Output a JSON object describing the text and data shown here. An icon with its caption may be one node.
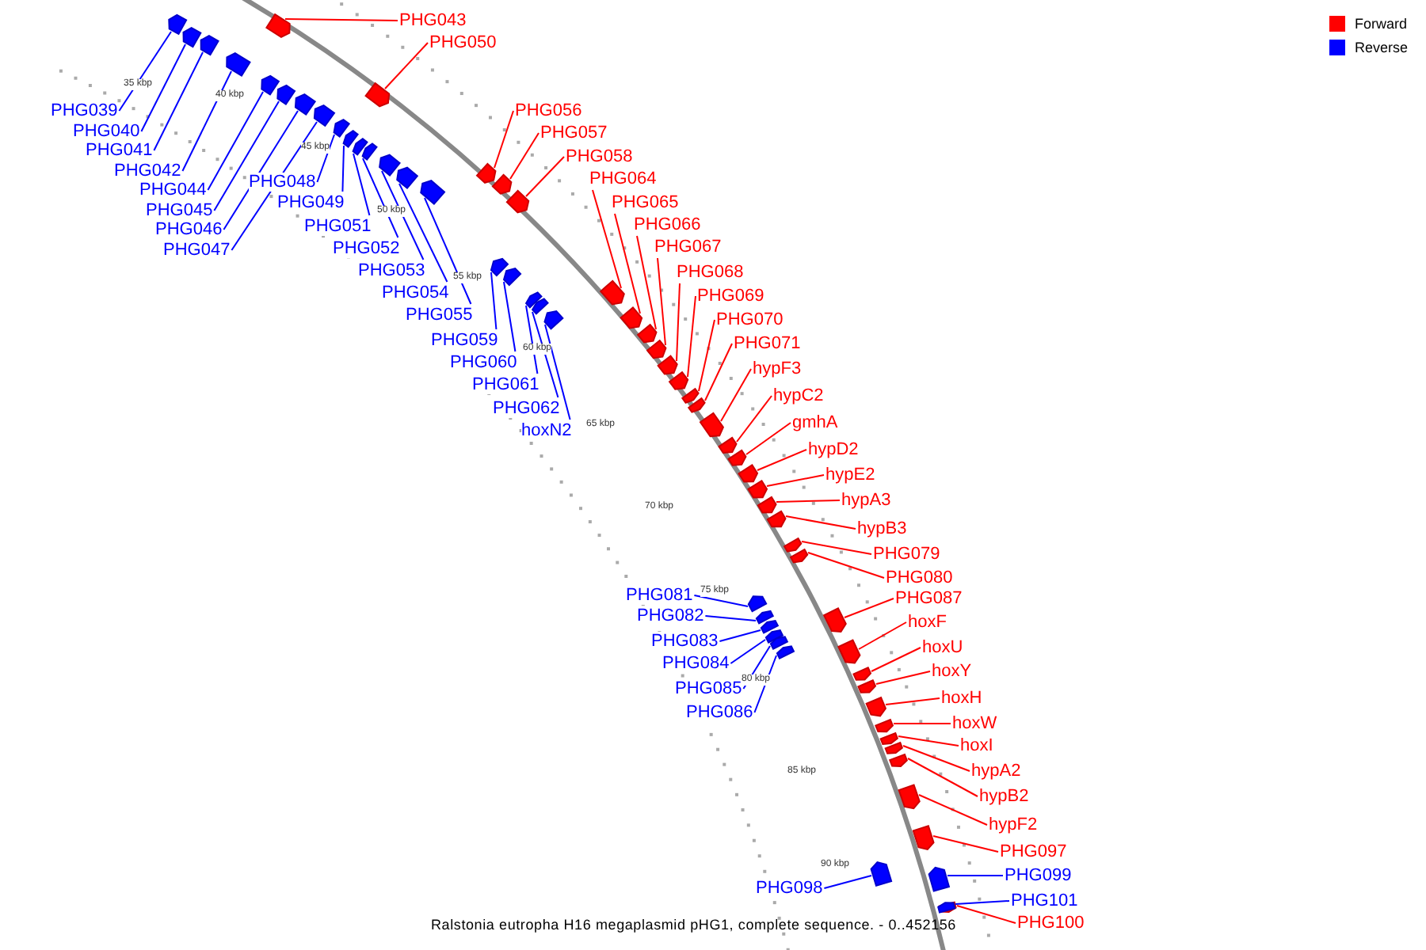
{
  "diagram": {
    "caption": "Ralstonia eutropha H16 megaplasmid pHG1, complete sequence. - 0..452156",
    "nodes": [
      {
        "text": [
          "PHG039"
        ]
      },
      {
        "text": [
          "PHG040"
        ]
      },
      {
        "text": [
          "PHG041"
        ]
      },
      {
        "text": [
          "PHG042"
        ]
      },
      {
        "text": [
          "PHG043"
        ]
      },
      {
        "text": [
          "PHG044"
        ]
      },
      {
        "text": [
          "PHG045"
        ]
      },
      {
        "text": [
          "PHG046"
        ]
      },
      {
        "text": [
          "PHG047"
        ]
      },
      {
        "text": [
          "PHG048"
        ]
      },
      {
        "text": [
          "PHG049"
        ]
      },
      {
        "text": [
          "PHG050"
        ]
      },
      {
        "text": [
          "PHG051"
        ]
      },
      {
        "text": [
          "PHG052"
        ]
      },
      {
        "text": [
          "PHG053"
        ]
      },
      {
        "text": [
          "PHG054"
        ]
      },
      {
        "text": [
          "PHG055"
        ]
      },
      {
        "text": [
          "PHG056"
        ]
      },
      {
        "text": [
          "PHG057"
        ]
      },
      {
        "text": [
          "PHG058"
        ]
      },
      {
        "text": [
          "PHG059"
        ]
      },
      {
        "text": [
          "PHG060"
        ]
      },
      {
        "text": [
          "PHG061"
        ]
      },
      {
        "text": [
          "PHG062"
        ]
      },
      {
        "text": [
          "hoxN2"
        ]
      },
      {
        "text": [
          "PHG064"
        ]
      },
      {
        "text": [
          "PHG065"
        ]
      },
      {
        "text": [
          "PHG066"
        ]
      },
      {
        "text": [
          "PHG067"
        ]
      },
      {
        "text": [
          "PHG068"
        ]
      },
      {
        "text": [
          "PHG069"
        ]
      },
      {
        "text": [
          "PHG070"
        ]
      },
      {
        "text": [
          "PHG071"
        ]
      },
      {
        "text": [
          "hypF3"
        ]
      },
      {
        "text": [
          "hypC2"
        ]
      },
      {
        "text": [
          "gmhA"
        ]
      },
      {
        "text": [
          "hypD2"
        ]
      },
      {
        "text": [
          "hypE2"
        ]
      },
      {
        "text": [
          "hypA3"
        ]
      },
      {
        "text": [
          "hypB3"
        ]
      },
      {
        "text": [
          "PHG079"
        ]
      },
      {
        "text": [
          "PHG080"
        ]
      },
      {
        "text": [
          "PHG081"
        ]
      },
      {
        "text": [
          "PHG082"
        ]
      },
      {
        "text": [
          "PHG083"
        ]
      },
      {
        "text": [
          "PHG084"
        ]
      },
      {
        "text": [
          "PHG085"
        ]
      },
      {
        "text": [
          "PHG086"
        ]
      },
      {
        "text": [
          "PHG087"
        ]
      },
      {
        "text": [
          "hoxF"
        ]
      },
      {
        "text": [
          "hoxU"
        ]
      },
      {
        "text": [
          "hoxY"
        ]
      },
      {
        "text": [
          "hoxH"
        ]
      },
      {
        "text": [
          "hoxW"
        ]
      },
      {
        "text": [
          "hoxI"
        ]
      },
      {
        "text": [
          "hypA2"
        ]
      },
      {
        "text": [
          "hypB2"
        ]
      },
      {
        "text": [
          "hypF2"
        ]
      },
      {
        "text": [
          "PHG097"
        ]
      },
      {
        "text": [
          "PHG098"
        ]
      },
      {
        "text": [
          "PHG099"
        ]
      },
      {
        "text": [
          "PHG100"
        ]
      },
      {
        "text": [
          "PHG101"
        ]
      },
      {
        "text": [],
        "shape": "box"
      },
      {
        "text": [],
        "shape": "box"
      },
      {
        "text": [],
        "shape": "box"
      },
      {
        "text": [],
        "shape": "box"
      },
      {
        "text": [],
        "shape": "box"
      },
      {
        "text": [],
        "shape": "box"
      },
      {
        "text": [],
        "shape": "box"
      },
      {
        "text": [],
        "shape": "box"
      },
      {
        "text": [],
        "shape": "box"
      },
      {
        "text": [],
        "shape": "box"
      },
      {
        "text": [],
        "shape": "box"
      },
      {
        "text": [],
        "shape": "box"
      },
      {
        "text": [],
        "shape": "box"
      },
      {
        "text": [],
        "shape": "box"
      },
      {
        "text": [],
        "shape": "box"
      },
      {
        "text": [],
        "shape": "box"
      },
      {
        "text": [],
        "shape": "box"
      },
      {
        "text": [],
        "shape": "box"
      },
      {
        "text": [],
        "shape": "box"
      },
      {
        "text": [],
        "shape": "box"
      },
      {
        "text": [],
        "shape": "box"
      },
      {
        "text": [],
        "shape": "box"
      },
      {
        "text": [],
        "shape": "box"
      },
      {
        "text": [],
        "shape": "box"
      },
      {
        "text": [],
        "shape": "box"
      },
      {
        "text": [],
        "shape": "box"
      },
      {
        "text": [],
        "shape": "box"
      },
      {
        "text": [],
        "shape": "box"
      },
      {
        "text": [],
        "shape": "box"
      },
      {
        "text": [],
        "shape": "box"
      },
      {
        "text": [],
        "shape": "box"
      },
      {
        "text": [],
        "shape": "box"
      },
      {
        "text": [],
        "shape": "box"
      },
      {
        "text": [],
        "shape": "box"
      },
      {
        "text": [],
        "shape": "box"
      },
      {
        "text": [],
        "shape": "box"
      },
      {
        "text": [],
        "shape": "box"
      },
      {
        "text": [],
        "shape": "box"
      },
      {
        "text": [],
        "shape": "box"
      },
      {
        "text": [],
        "shape": "box"
      },
      {
        "text": [],
        "shape": "box"
      },
      {
        "text": [],
        "shape": "box"
      },
      {
        "text": [],
        "shape": "box"
      },
      {
        "text": [],
        "shape": "box"
      },
      {
        "text": [],
        "shape": "box"
      },
      {
        "text": [],
        "shape": "box"
      },
      {
        "text": [],
        "shape": "box"
      },
      {
        "text": [],
        "shape": "box"
      },
      {
        "text": [],
        "shape": "box"
      },
      {
        "text": [],
        "shape": "box"
      },
      {
        "text": [],
        "shape": "box"
      },
      {
        "text": [],
        "shape": "box"
      },
      {
        "text": [],
        "shape": "box"
      },
      {
        "text": [],
        "shape": "box"
      },
      {
        "text": [],
        "shape": "box"
      },
      {
        "text": [],
        "shape": "box"
      },
      {
        "text": [],
        "shape": "box"
      },
      {
        "text": [],
        "shape": "box"
      },
      {
        "text": [],
        "shape": "box"
      },
      {
        "text": [],
        "shape": "box"
      },
      {
        "text": [],
        "shape": "box"
      },
      {
        "text": [],
        "shape": "box"
      },
      {
        "text": [],
        "shape": "box"
      }
    ],
    "edges": [
      {
        "from": 0,
        "to": 63,
        "arrow": "none",
        "color": "#0000ff"
      },
      {
        "from": 1,
        "to": 64,
        "arrow": "none",
        "color": "#0000ff"
      },
      {
        "from": 2,
        "to": 65,
        "arrow": "none",
        "color": "#0000ff"
      },
      {
        "from": 3,
        "to": 66,
        "arrow": "none",
        "color": "#0000ff"
      },
      {
        "from": 4,
        "to": 67,
        "arrow": "none"
      },
      {
        "from": 5,
        "to": 68,
        "arrow": "none",
        "color": "#0000ff"
      },
      {
        "from": 6,
        "to": 69,
        "arrow": "none",
        "color": "#0000ff"
      },
      {
        "from": 7,
        "to": 70,
        "arrow": "none",
        "color": "#0000ff"
      },
      {
        "from": 8,
        "to": 71,
        "arrow": "none",
        "color": "#0000ff"
      },
      {
        "from": 9,
        "to": 72,
        "arrow": "none",
        "color": "#0000ff"
      },
      {
        "from": 10,
        "to": 73,
        "arrow": "none",
        "color": "#0000ff"
      },
      {
        "from": 11,
        "to": 74,
        "arrow": "none"
      },
      {
        "from": 12,
        "to": 75,
        "arrow": "none",
        "color": "#0000ff"
      },
      {
        "from": 13,
        "to": 76,
        "arrow": "none",
        "color": "#0000ff"
      },
      {
        "from": 14,
        "to": 77,
        "arrow": "none",
        "color": "#0000ff"
      },
      {
        "from": 15,
        "to": 78,
        "arrow": "none",
        "color": "#0000ff"
      },
      {
        "from": 16,
        "to": 79,
        "arrow": "none",
        "color": "#0000ff"
      },
      {
        "from": 17,
        "to": 80,
        "arrow": "none"
      },
      {
        "from": 18,
        "to": 81,
        "arrow": "none"
      },
      {
        "from": 19,
        "to": 82,
        "arrow": "none"
      },
      {
        "from": 20,
        "to": 83,
        "arrow": "none",
        "color": "#0000ff"
      },
      {
        "from": 21,
        "to": 84,
        "arrow": "none",
        "color": "#0000ff"
      },
      {
        "from": 22,
        "to": 85,
        "arrow": "none",
        "color": "#0000ff"
      },
      {
        "from": 23,
        "to": 86,
        "arrow": "none",
        "color": "#0000ff"
      },
      {
        "from": 24,
        "to": 87,
        "arrow": "none",
        "color": "#0000ff"
      },
      {
        "from": 25,
        "to": 88,
        "arrow": "none"
      },
      {
        "from": 26,
        "to": 89,
        "arrow": "none"
      },
      {
        "from": 27,
        "to": 90,
        "arrow": "none"
      },
      {
        "from": 28,
        "to": 91,
        "arrow": "none"
      },
      {
        "from": 29,
        "to": 92,
        "arrow": "none"
      },
      {
        "from": 30,
        "to": 93,
        "arrow": "none"
      },
      {
        "from": 31,
        "to": 94,
        "arrow": "none"
      },
      {
        "from": 32,
        "to": 95,
        "arrow": "none"
      },
      {
        "from": 33,
        "to": 96,
        "arrow": "none"
      },
      {
        "from": 34,
        "to": 97,
        "arrow": "none"
      },
      {
        "from": 35,
        "to": 98,
        "arrow": "none"
      },
      {
        "from": 36,
        "to": 99,
        "arrow": "none"
      },
      {
        "from": 37,
        "to": 100,
        "arrow": "none"
      },
      {
        "from": 38,
        "to": 101,
        "arrow": "none"
      },
      {
        "from": 39,
        "to": 102,
        "arrow": "none"
      },
      {
        "from": 40,
        "to": 103,
        "arrow": "none"
      },
      {
        "from": 41,
        "to": 104,
        "arrow": "none"
      },
      {
        "from": 42,
        "to": 105,
        "arrow": "none",
        "color": "#0000ff"
      },
      {
        "from": 43,
        "to": 106,
        "arrow": "none",
        "color": "#0000ff"
      },
      {
        "from": 44,
        "to": 107,
        "arrow": "none",
        "color": "#0000ff"
      },
      {
        "from": 45,
        "to": 108,
        "arrow": "none",
        "color": "#0000ff"
      },
      {
        "from": 46,
        "to": 109,
        "arrow": "none",
        "color": "#0000ff"
      },
      {
        "from": 47,
        "to": 110,
        "arrow": "none",
        "color": "#0000ff"
      },
      {
        "from": 48,
        "to": 111,
        "arrow": "none"
      },
      {
        "from": 49,
        "to": 112,
        "arrow": "none"
      },
      {
        "from": 50,
        "to": 113,
        "arrow": "none"
      },
      {
        "from": 51,
        "to": 114,
        "arrow": "none"
      },
      {
        "from": 52,
        "to": 115,
        "arrow": "none"
      },
      {
        "from": 53,
        "to": 116,
        "arrow": "none"
      },
      {
        "from": 54,
        "to": 117,
        "arrow": "none"
      },
      {
        "from": 55,
        "to": 118,
        "arrow": "none"
      },
      {
        "from": 56,
        "to": 119,
        "arrow": "none"
      },
      {
        "from": 57,
        "to": 120,
        "arrow": "none"
      },
      {
        "from": 58,
        "to": 121,
        "arrow": "none"
      },
      {
        "from": 59,
        "to": 122,
        "arrow": "none",
        "color": "#0000ff"
      },
      {
        "from": 60,
        "to": 123,
        "arrow": "none",
        "color": "#0000ff"
      },
      {
        "from": 61,
        "to": 124,
        "arrow": "none"
      },
      {
        "from": 62,
        "to": 125,
        "arrow": "none",
        "color": "#0000ff"
      }
    ],
    "labels": [
      "35 kbp",
      "40 kbp",
      "45 kbp",
      "50 kbp",
      "55 kbp",
      "60 kbp",
      "65 kbp",
      "70 kbp",
      "75 kbp",
      "80 kbp",
      "85 kbp",
      "90 kbp"
    ],
    "legend": [
      {
        "text": "Forward",
        "color": "#ff0000"
      },
      {
        "text": "Reverse",
        "color": "#0000ff"
      }
    ]
  }
}
